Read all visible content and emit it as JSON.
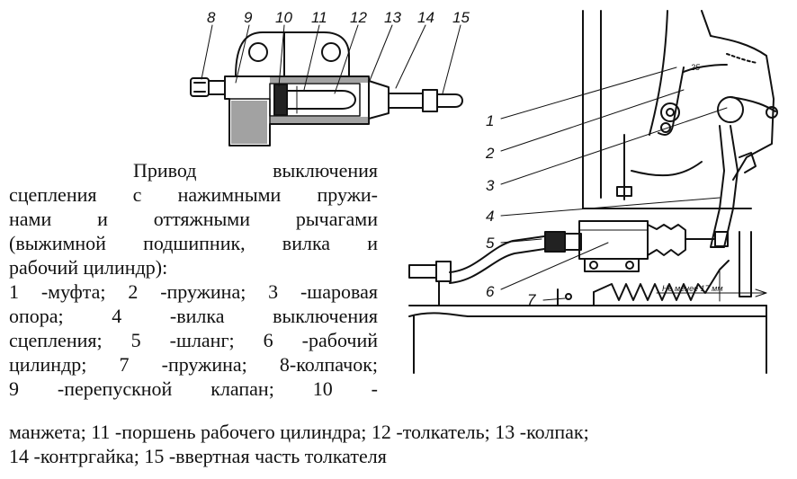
{
  "labels_top": [
    "8",
    "9",
    "10",
    "11",
    "12",
    "13",
    "14",
    "15"
  ],
  "labels_right": [
    "1",
    "2",
    "3",
    "4",
    "5",
    "6",
    "7"
  ],
  "dimension_text": "Не менее 17 мм",
  "small_marks": [
    "25"
  ],
  "caption_lines": [
    "Привод выключения",
    "сцепления с нажимными пружи-",
    "нами и оттяжными рычагами",
    "(выжимной подшипник, вилка и",
    "рабочий цилиндр):",
    "1 -муфта; 2 -пружина; 3 -шаровая",
    "опора; 4 -вилка выключения",
    "сцепления; 5 -шланг; 6 -рабочий",
    "цилиндр; 7 -пружина; 8-колпачок;",
    "9 -перепускной клапан; 10 -"
  ],
  "caption_wide_lines": [
    "манжета; 11 -поршень рабочего цилиндра; 12 -толкатель; 13 -колпак;",
    "14 -контргайка; 15 -ввертная часть толкателя"
  ]
}
